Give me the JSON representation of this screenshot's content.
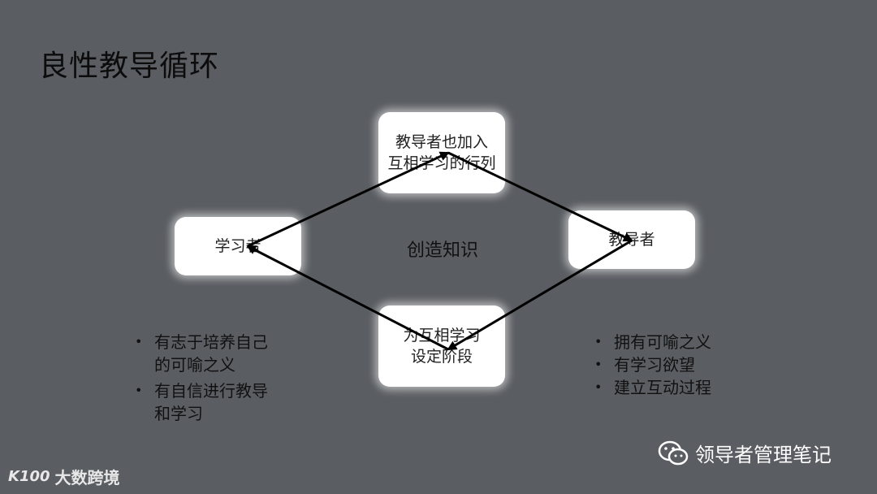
{
  "title": "良性教导循环",
  "nodes": {
    "top": "教导者也加入\n互相学习的行列",
    "left": "学习者",
    "right": "教导者",
    "bottom": "为互相学习\n设定阶段"
  },
  "center_label": "创造知识",
  "learner_traits": [
    "有志于培养自己的可喻之义",
    "有自信进行教导和学习"
  ],
  "mentor_traits": [
    "拥有可喻之义",
    "有学习欲望",
    "建立互动过程"
  ],
  "watermark": "领导者管理笔记",
  "logo": {
    "mark": "K100",
    "text": "大数跨境"
  },
  "colors": {
    "background": "#5a5d62",
    "node": "#ffffff",
    "arrow": "#000000"
  }
}
